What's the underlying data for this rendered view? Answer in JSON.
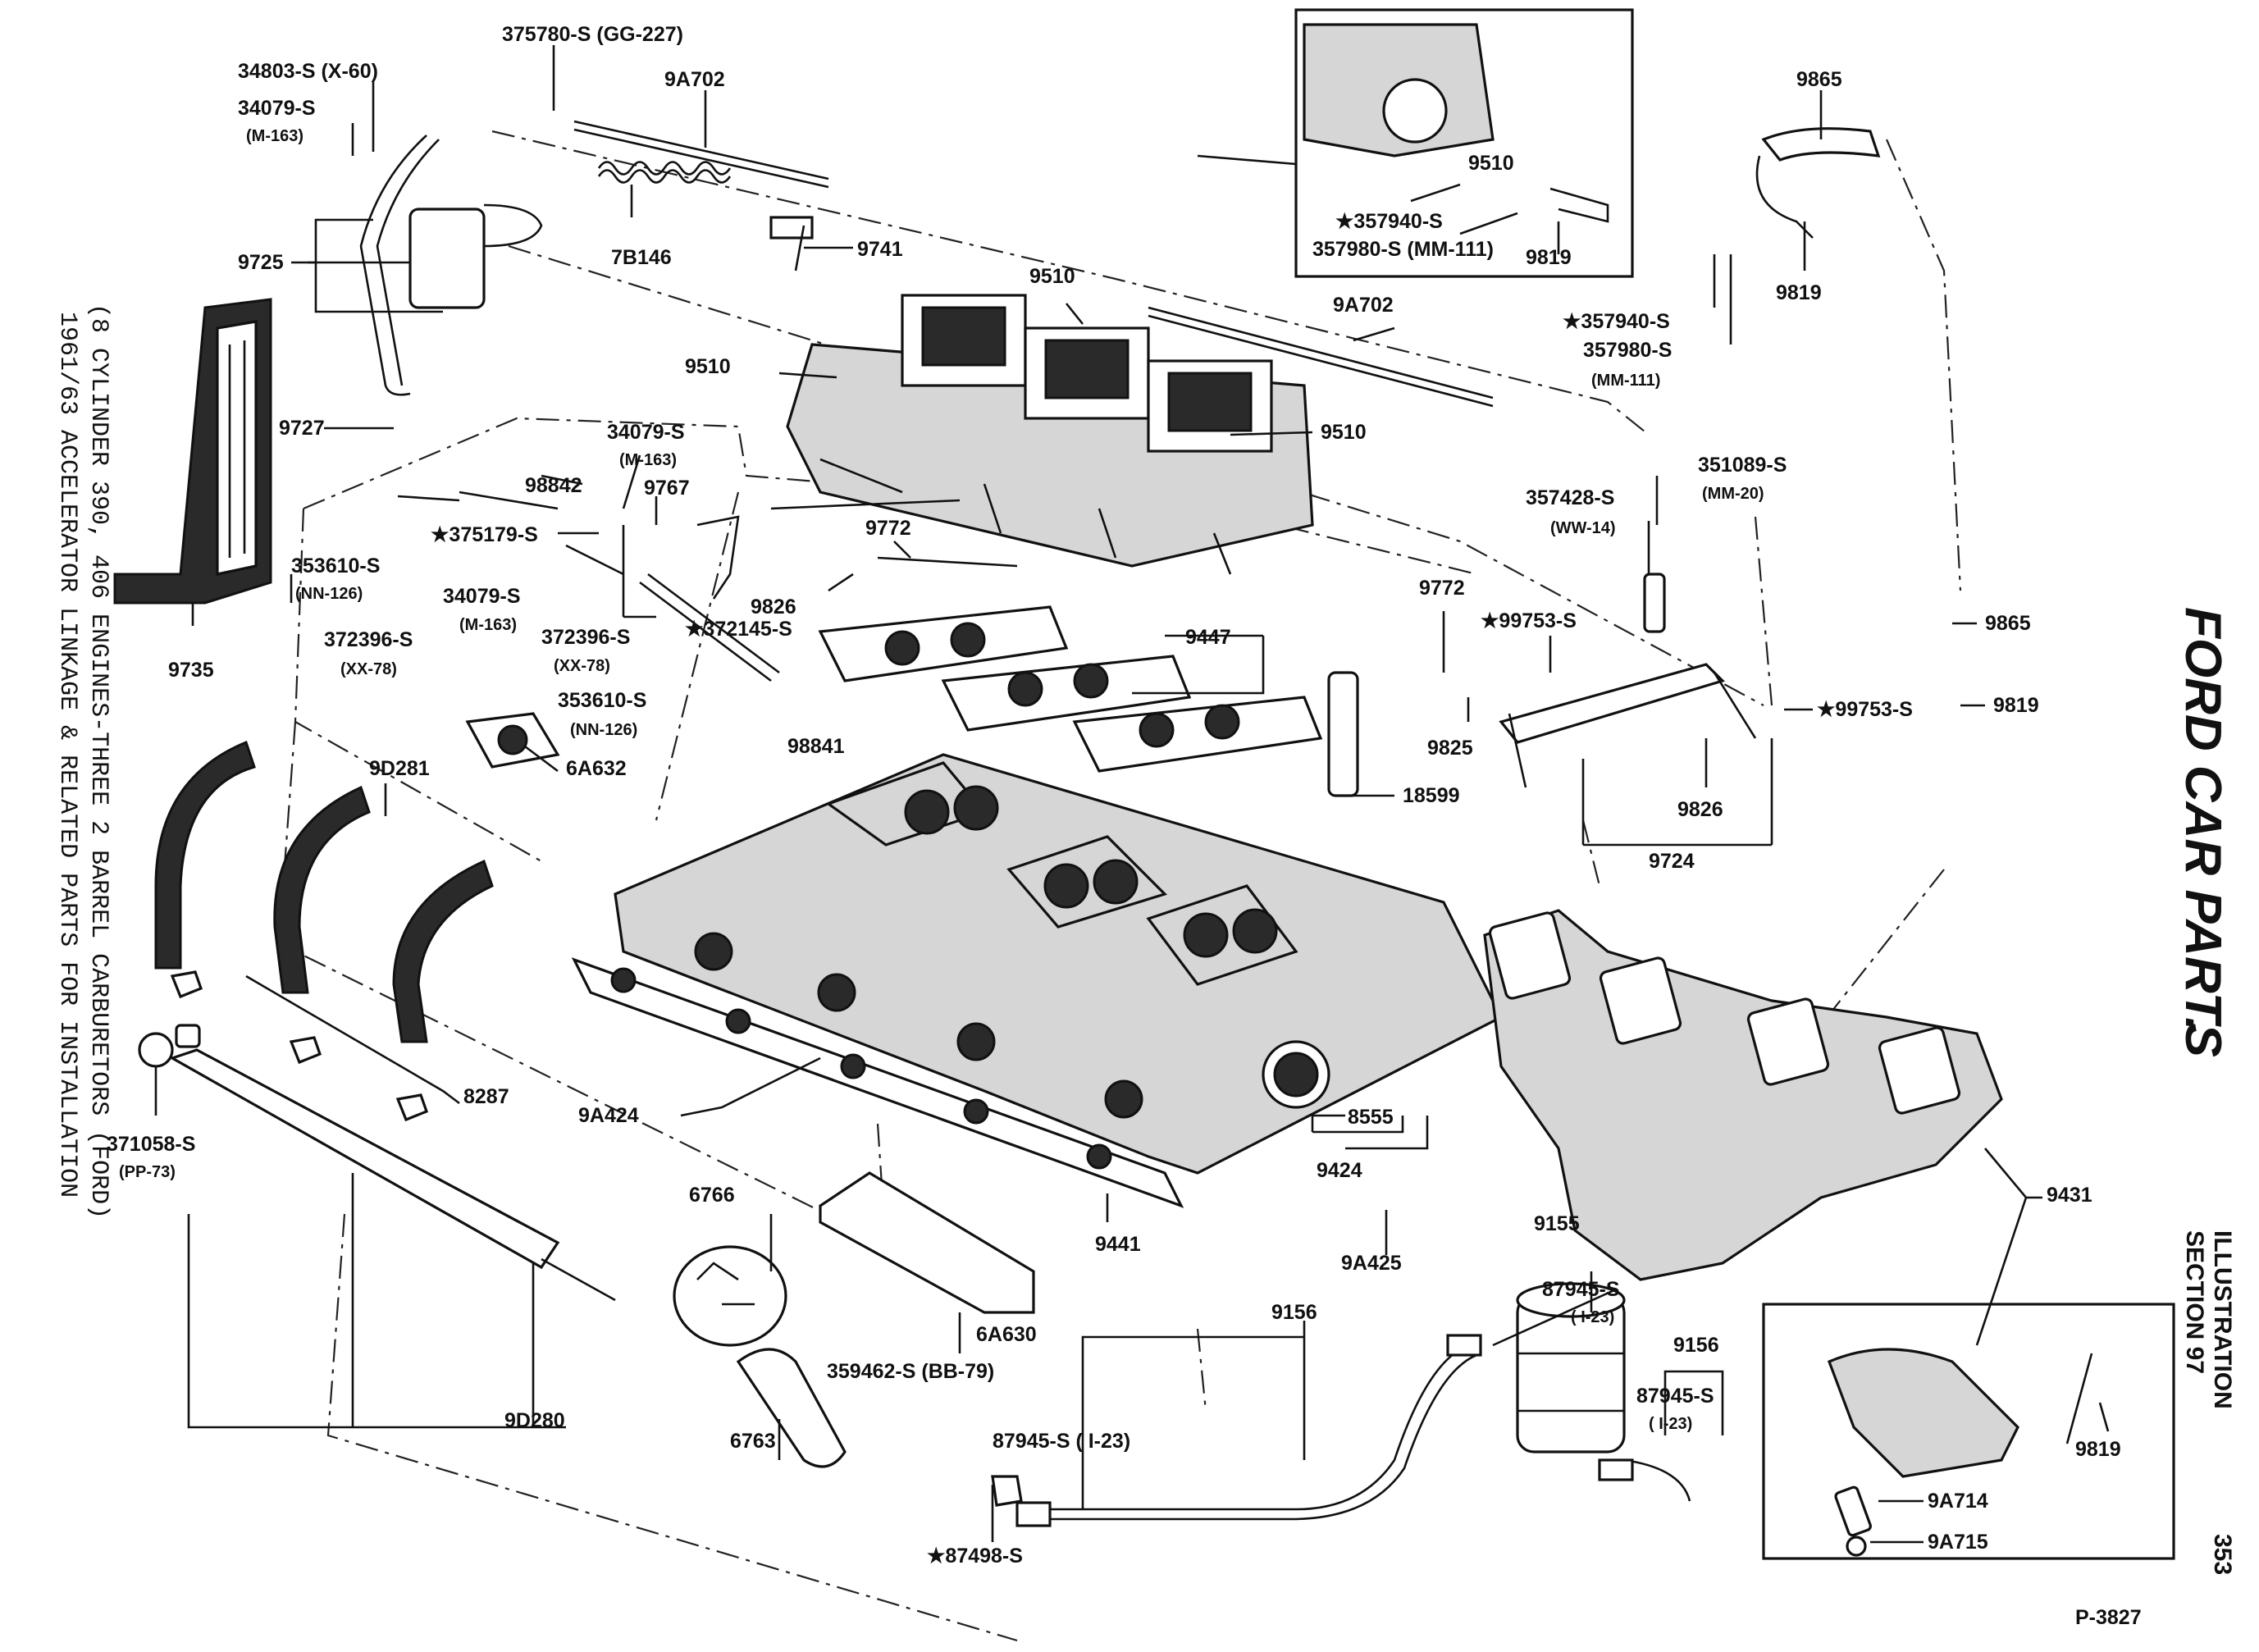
{
  "page": {
    "page_number": "353",
    "plate_code": "P-3827",
    "brand": "FORD CAR PARTS",
    "brand_dot": ".",
    "illustration_line1": "ILLUSTRATION",
    "illustration_line2": "SECTION 97",
    "caption_line1": "1961/63 ACCELERATOR LINKAGE & RELATED PARTS FOR INSTALLATION",
    "caption_line2": "(8 CYLINDER 390, 406 ENGINES-THREE 2 BARREL CARBURETORS (FORD)"
  },
  "labels": {
    "l375780": "375780-S (GG-227)",
    "l34803": "34803-S (X-60)",
    "l34079a": "34079-S",
    "l34079a_sub": "(M-163)",
    "l9a702a": "9A702",
    "l9725": "9725",
    "l7b146": "7B146",
    "l9741": "9741",
    "l9510a": "9510",
    "l9510b": "9510",
    "l9510c": "9510",
    "l9a702b": "9A702",
    "l9727": "9727",
    "l34079b": "34079-S",
    "l34079b_sub": "(M-163)",
    "l98842": "98842",
    "l9767": "9767",
    "l375179": "★375179-S",
    "l353610a": "353610-S",
    "l353610a_sub": "(NN-126)",
    "l34079c": "34079-S",
    "l34079c_sub": "(M-163)",
    "l372396a": "372396-S",
    "l372396a_sub": "(XX-78)",
    "l372396b": "372396-S",
    "l372396b_sub": "(XX-78)",
    "l372145": "★372145-S",
    "l353610b": "353610-S",
    "l353610b_sub": "(NN-126)",
    "l98841": "98841",
    "l9772a": "9772",
    "l9826a": "9826",
    "l9447": "9447",
    "l9735": "9735",
    "l6a632": "6A632",
    "l9d281": "9D281",
    "l8287": "8287",
    "l371058": "371058-S",
    "l371058_sub": "(PP-73)",
    "l9d280": "9D280",
    "l9a424": "9A424",
    "l6766": "6766",
    "l6763": "6763",
    "l359462": "359462-S (BB-79)",
    "l6a630": "6A630",
    "l9441": "9441",
    "l9424": "9424",
    "l8555": "8555",
    "l9a425": "9A425",
    "l9156a": "9156",
    "l87945a": "87945-S",
    "l87945a_sub": "( I-23)",
    "l9155": "9155",
    "l87945b": "87945-S ( I-23)",
    "l87498": "★87498-S",
    "l9156b": "9156",
    "l87945c": "87945-S",
    "l87945c_sub": "( I-23)",
    "l9510d": "9510",
    "l357940a": "★357940-S",
    "l357980a": "357980-S (MM-111)",
    "l9819a": "9819",
    "l9865a": "9865",
    "l9819b": "9819",
    "l357940b": "★357940-S",
    "l357980b": "357980-S",
    "l357980b_sub": "(MM-111)",
    "l351089": "351089-S",
    "l351089_sub": "(MM-20)",
    "l357428": "357428-S",
    "l357428_sub": "(WW-14)",
    "l9772b": "9772",
    "l99753a": "★99753-S",
    "l9865b": "9865",
    "l99753b": "★99753-S",
    "l9819c": "9819",
    "l9825": "9825",
    "l18599": "18599",
    "l9826b": "9826",
    "l9724": "9724",
    "l9431": "9431",
    "l9819d": "9819",
    "l9a714": "9A714",
    "l9a715": "9A715"
  }
}
